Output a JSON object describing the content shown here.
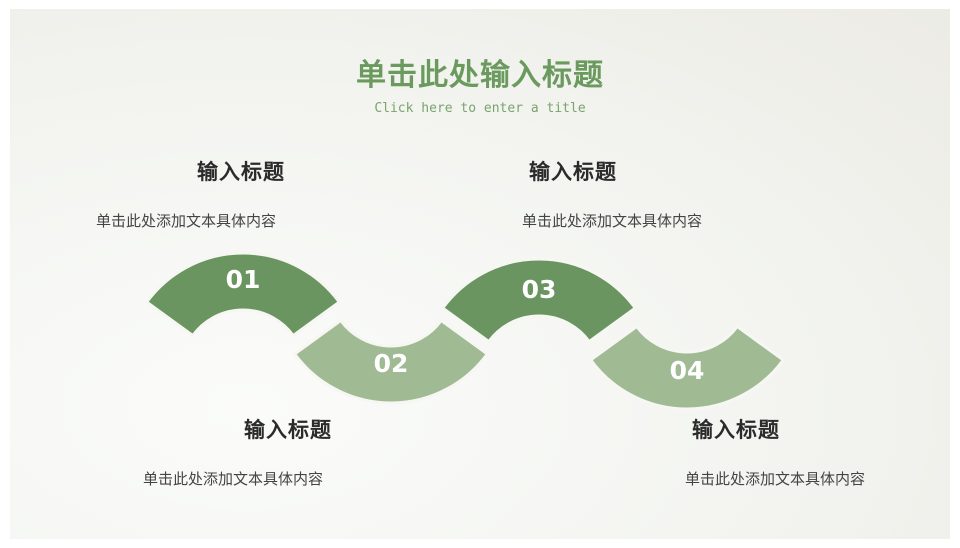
{
  "header": {
    "title": "单击此处输入标题",
    "subtitle": "Click here to enter a title"
  },
  "colors": {
    "dark": "#6a9560",
    "light": "#a0bb94",
    "title": "#6a9a5e"
  },
  "steps": [
    {
      "number": "01",
      "heading": "输入标题",
      "text": "单击此处添加文本具体内容",
      "shade": "dark"
    },
    {
      "number": "02",
      "heading": "输入标题",
      "text": "单击此处添加文本具体内容",
      "shade": "light"
    },
    {
      "number": "03",
      "heading": "输入标题",
      "text": "单击此处添加文本具体内容",
      "shade": "dark"
    },
    {
      "number": "04",
      "heading": "输入标题",
      "text": "单击此处添加文本具体内容",
      "shade": "light"
    }
  ]
}
